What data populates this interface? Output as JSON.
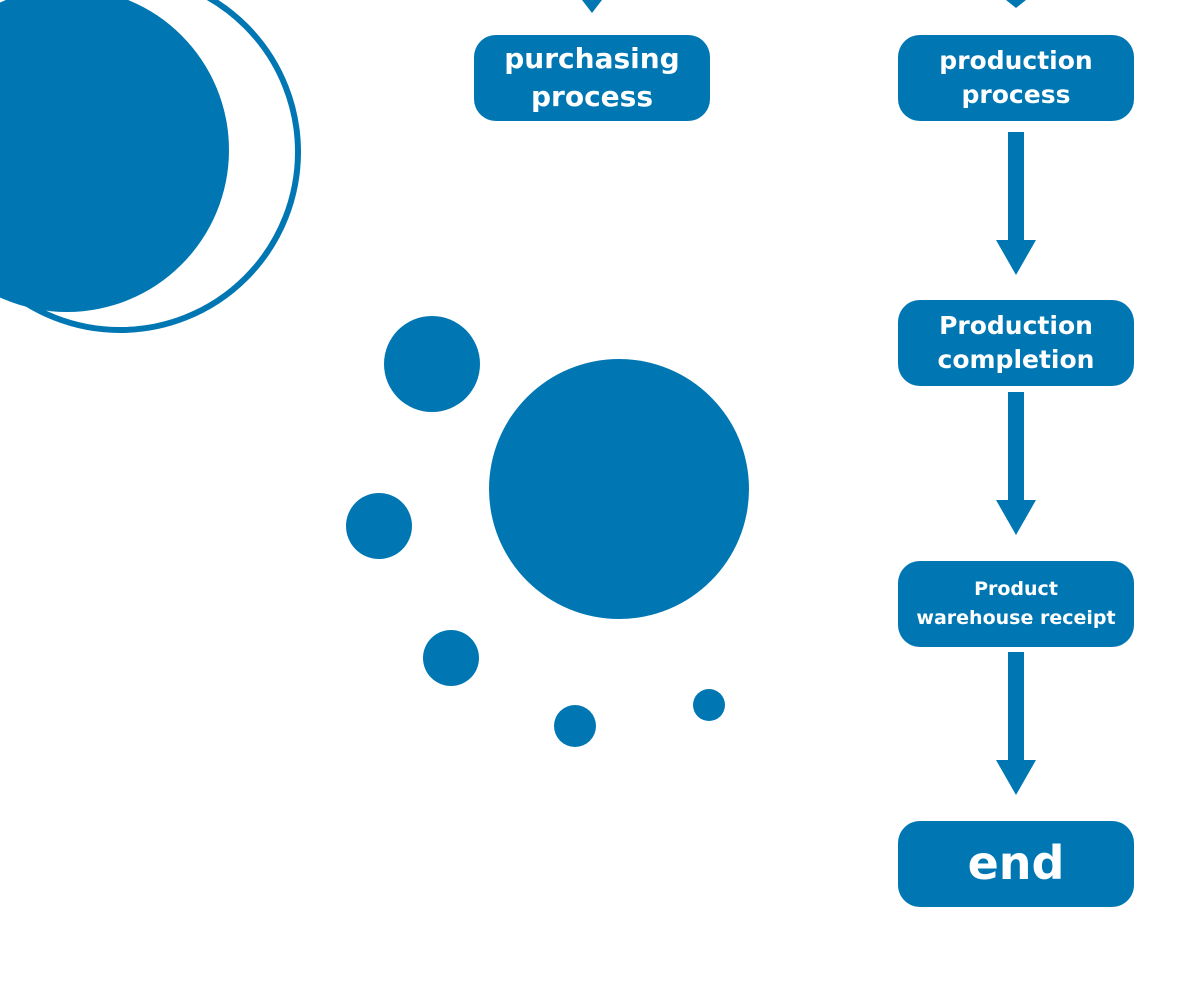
{
  "colors": {
    "accent": "#0077b3",
    "background": "#ffffff",
    "text_on_accent": "#ffffff"
  },
  "flow": {
    "nodes": [
      {
        "id": "purchasing",
        "label": "purchasing\nprocess"
      },
      {
        "id": "production",
        "label": "production\nprocess"
      },
      {
        "id": "completion",
        "label": "Production\ncompletion"
      },
      {
        "id": "receipt",
        "label": "Product\nwarehouse receipt"
      },
      {
        "id": "end",
        "label": "end"
      }
    ],
    "edges": [
      {
        "from": "production",
        "to": "completion"
      },
      {
        "from": "completion",
        "to": "receipt"
      },
      {
        "from": "receipt",
        "to": "end"
      }
    ]
  }
}
